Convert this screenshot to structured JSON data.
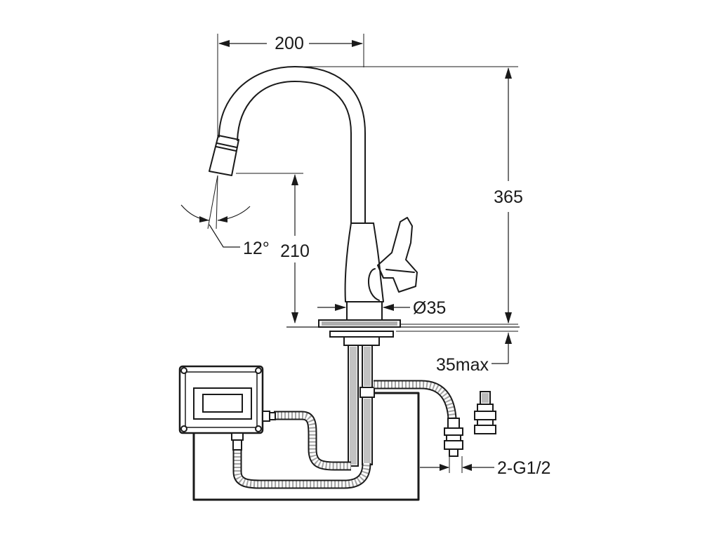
{
  "dimensions": {
    "spout_reach": "200",
    "total_height": "365",
    "spout_clearance": "210",
    "swivel_angle": "12°",
    "base_diameter": "Ø35",
    "counter_thickness": "35max",
    "connections": "2-G1/2"
  },
  "colors": {
    "line": "#1a1a1a",
    "background": "#ffffff"
  }
}
